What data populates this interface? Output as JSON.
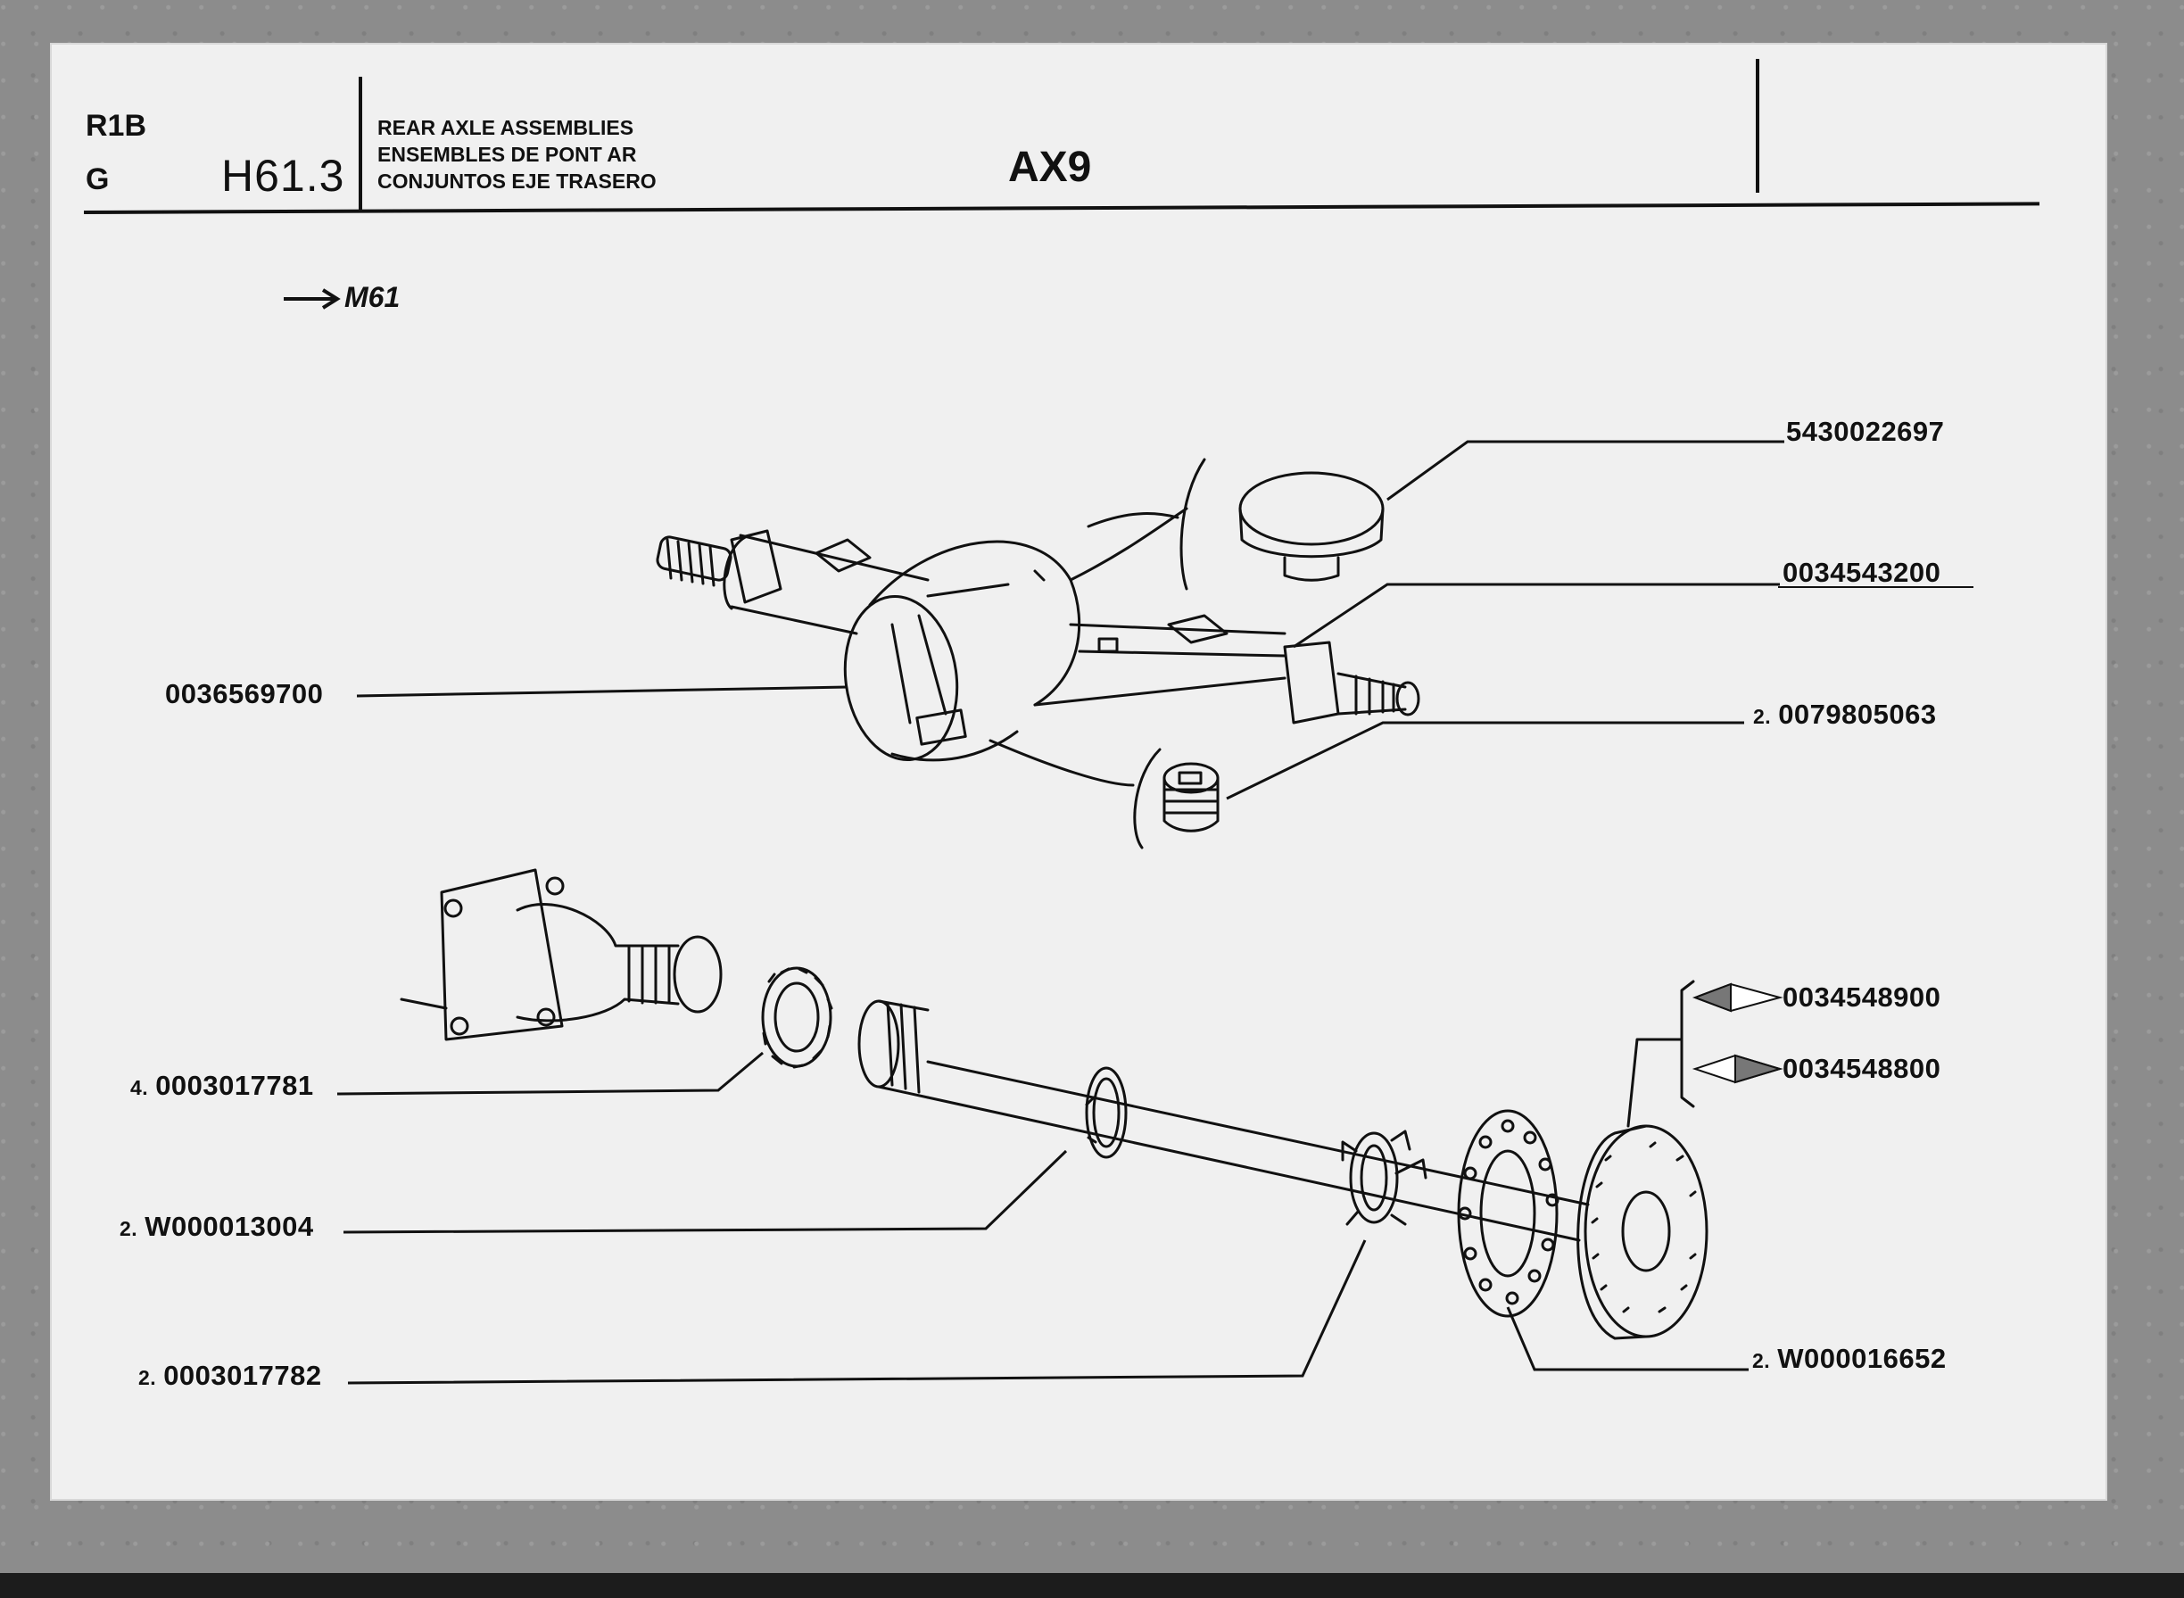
{
  "header": {
    "code_line1": "R1B",
    "code_line2": "G",
    "sheet_number": "H61.3",
    "title_lines": [
      "REAR AXLE ASSEMBLIES",
      "ENSEMBLES DE PONT AR",
      "CONJUNTOS EJE TRASERO"
    ],
    "model": "AX9"
  },
  "reference": {
    "arrow_icon": "right-arrow-icon",
    "text": "M61"
  },
  "parts": [
    {
      "qty": "",
      "number": "5430022697"
    },
    {
      "qty": "",
      "number": "0034543200"
    },
    {
      "qty": "",
      "number": "0036569700"
    },
    {
      "qty": "2.",
      "number": "0079805063"
    },
    {
      "qty": "",
      "number": "0034548900"
    },
    {
      "qty": "",
      "number": "0034548800"
    },
    {
      "qty": "4.",
      "number": "0003017781"
    },
    {
      "qty": "2.",
      "number": "W000013004"
    },
    {
      "qty": "2.",
      "number": "0003017782"
    },
    {
      "qty": "2.",
      "number": "W000016652"
    }
  ]
}
